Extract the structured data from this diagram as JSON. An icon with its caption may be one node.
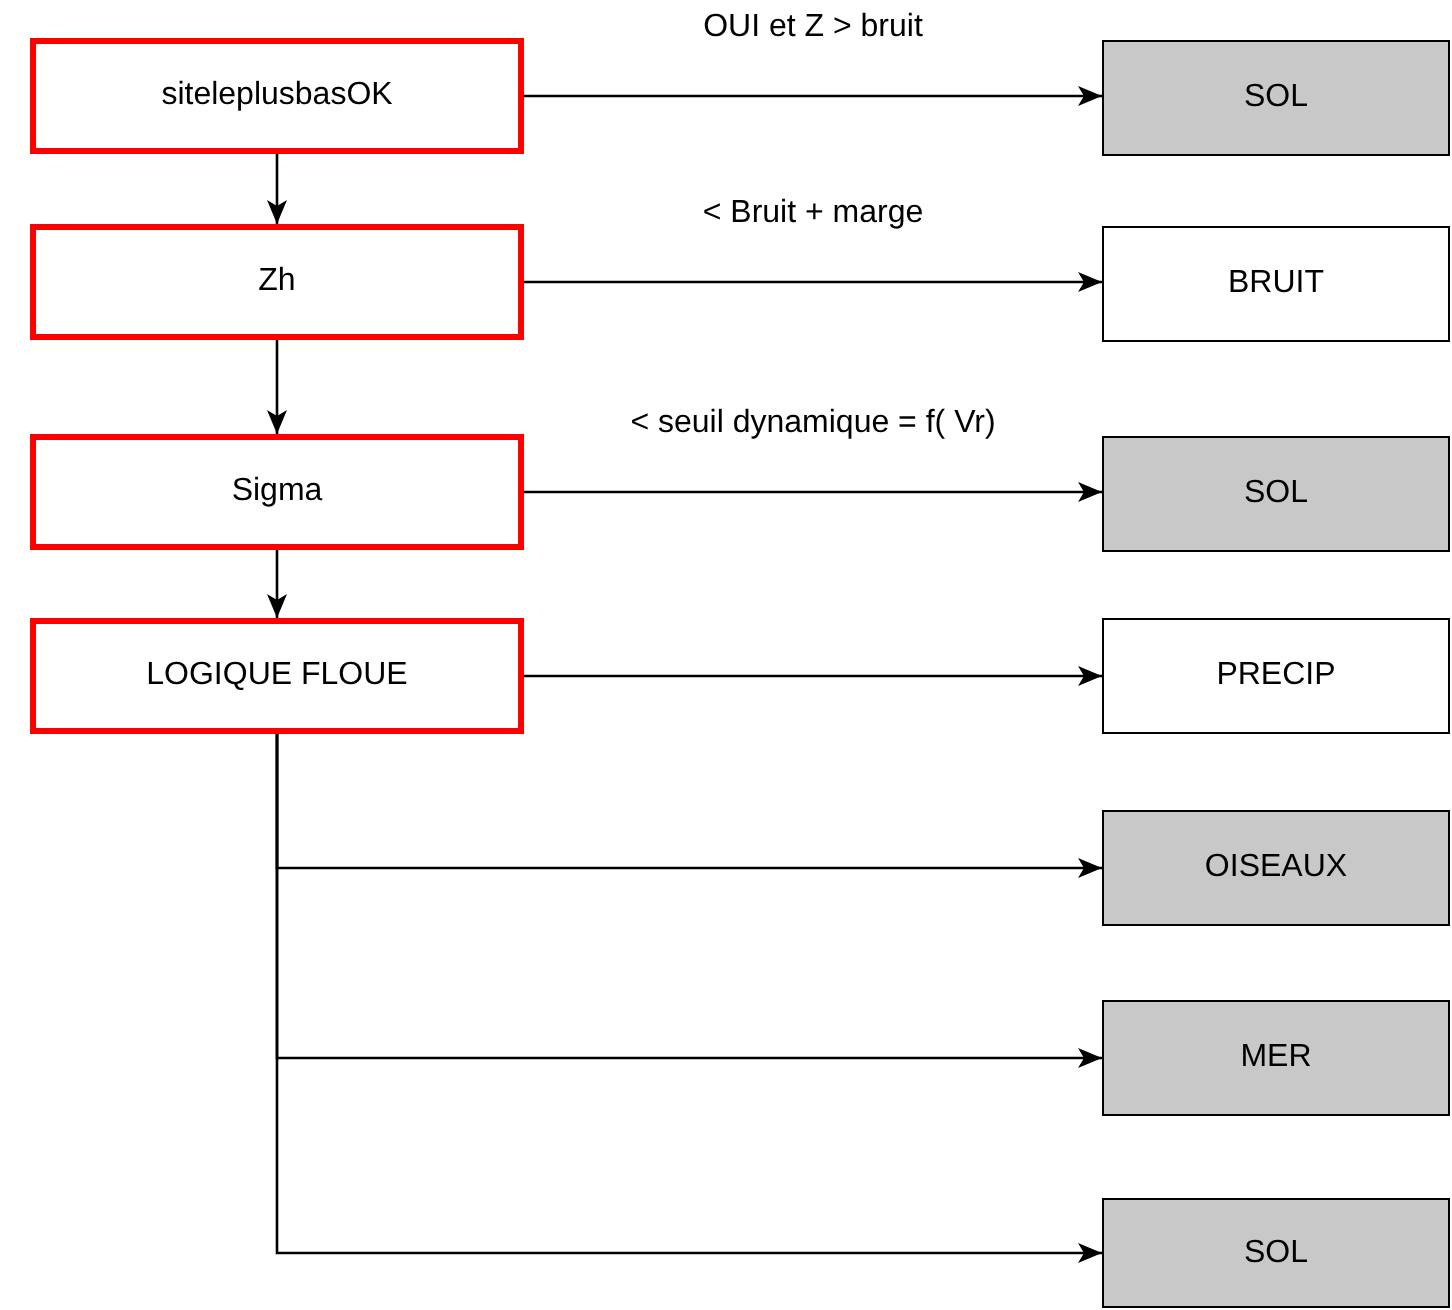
{
  "diagram": {
    "nodes": [
      {
        "text": [
          "siteleplusbasOK"
        ]
      },
      {
        "text": [
          "Zh"
        ]
      },
      {
        "text": [
          "Sigma"
        ]
      },
      {
        "text": [
          "LOGIQUE FLOUE"
        ]
      },
      {
        "text": [
          "SOL"
        ]
      },
      {
        "text": [
          "BRUIT"
        ]
      },
      {
        "text": [
          "SOL"
        ]
      },
      {
        "text": [
          "PRECIP"
        ]
      },
      {
        "text": [
          "OISEAUX"
        ]
      },
      {
        "text": [
          "MER"
        ]
      },
      {
        "text": [
          "SOL"
        ]
      }
    ],
    "edges": [
      {
        "from": 0,
        "to": 1,
        "arrow": "to"
      },
      {
        "from": 1,
        "to": 2,
        "arrow": "to"
      },
      {
        "from": 2,
        "to": 3,
        "arrow": "to"
      },
      {
        "from": 0,
        "to": 4,
        "arrow": "to",
        "label": "OUI et Z > bruit"
      },
      {
        "from": 1,
        "to": 5,
        "arrow": "to",
        "label": "< Bruit + marge"
      },
      {
        "from": 2,
        "to": 6,
        "arrow": "to",
        "label": "< seuil dynamique = f( Vr)"
      },
      {
        "from": 3,
        "to": 7,
        "arrow": "to"
      },
      {
        "from": 3,
        "to": 8,
        "arrow": "to"
      },
      {
        "from": 3,
        "to": 9,
        "arrow": "to"
      },
      {
        "from": 3,
        "to": 10,
        "arrow": "to"
      }
    ]
  }
}
